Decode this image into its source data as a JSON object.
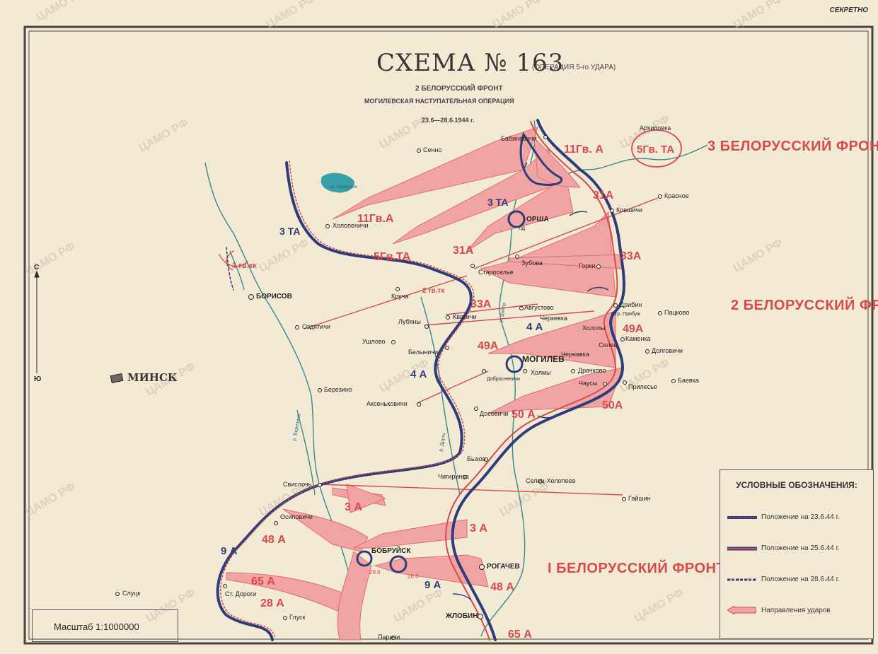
{
  "stamp": "СЕКРЕТНО",
  "title": "СХЕМА № 163",
  "title_note": "(ОПЕРАЦИЯ 5-го УДАРА)",
  "subtitle": "2 БЕЛОРУССКИЙ ФРОНТ",
  "operation": "МОГИЛЕВСКАЯ НАСТУПАТЕЛЬНАЯ ОПЕРАЦИЯ",
  "dates": "23.6—28.6.1944 г.",
  "fronts": {
    "third": "3 БЕЛОРУССКИЙ ФРОНТ",
    "second": "2 БЕЛОРУССКИЙ ФРОНТ",
    "first": "I БЕЛОРУССКИЙ ФРОНТ"
  },
  "armies": {
    "gv11_a": "11Гв. А",
    "gv11_b": "11Гв.А",
    "gvta5_a": "5Гв. ТА",
    "gvta5_b": "5Гв.ТА",
    "a31_a": "31А",
    "a31_b": "31А",
    "a33_a": "33А",
    "a33_b": "33А",
    "a49_a": "49А",
    "a49_b": "49А",
    "a50": "50А",
    "a50_b": "50 А",
    "a3_a": "3 А",
    "a3_b": "3 А",
    "a48_a": "48 А",
    "a48_b": "48 А",
    "a65_a": "65 А",
    "a65_b": "65 А",
    "a28": "28 А",
    "gvkk3": "3 гв.кк",
    "gvtk2": "2 гв.тк",
    "ta3_a": "3 ТА",
    "ta3_b": "3 ТА",
    "a4_a": "4 А",
    "a4_b": "4 А",
    "a9_a": "9 А",
    "a9_b": "9 А"
  },
  "cities": {
    "minsk": "МИНСК",
    "mogilev": "МОГИЛЕВ",
    "orsha": "ОРША",
    "bobruysk": "БОБРУЙСК",
    "rogachev": "РОГАЧЕВ",
    "zhlobin": "ЖЛОБИН",
    "borisov": "БОРИСОВ",
    "sluck": "Слуцк",
    "senno": "Сенно",
    "babinovichi": "Бабиновичи",
    "arkhipovka": "Архиповка",
    "krasnoe": "Красное",
    "kovshichi": "Ковшичи",
    "kholopenichi": "Холопеничи",
    "zubova": "Зубова",
    "gorki": "Горки",
    "staroselye": "Староселье",
    "krucha": "Круча",
    "avgustovo": "Августово",
    "dribin": "Дрибин",
    "pacovo": "Пацково",
    "odyatichi": "Оздятичи",
    "lubyany": "Лубяны",
    "kvyakichi": "Квякичи",
    "cherkevka": "Черкевка",
    "kholopy": "Холопы",
    "kamenka": "Каменка",
    "selec": "Селец",
    "dolgovichi": "Долговичи",
    "ushlovo": "Ушлово",
    "belynichi": "Белыничи",
    "chernavka": "Чернавка",
    "drachkovo": "Драчково",
    "kholmy": "Холмы",
    "chausy": "Чаусы",
    "prilesye": "Прилесье",
    "baevka": "Баевка",
    "berezino": "Березино",
    "dobrosnevichi": "Добросневичи",
    "aksenkovichi": "Аксеньковичи",
    "dosovichi": "Досовичи",
    "bykhov": "Быхов",
    "chigirinka": "Чигиринка",
    "svisloch": "Свислочь",
    "selec_kholopeev": "Селец-Холопеев",
    "gayshin": "Гайшин",
    "osipovichi": "Осиповичи",
    "st_dorogi": "Ст. Дороги",
    "glusk": "Глуск",
    "parichi": "Паричи",
    "strpribuzh": "Стр. Прибуж",
    "lake": "оз. Лукомское"
  },
  "rivers": {
    "dnepr": "р. Днепр",
    "berezina": "р. Березина",
    "drut": "р. Друть"
  },
  "small_labels": {
    "pd": "пд",
    "d296": "29.6",
    "d286": "28.6"
  },
  "compass": {
    "north": "С",
    "south": "Ю"
  },
  "legend": {
    "title": "УСЛОВНЫЕ ОБОЗНАЧЕНИЯ:",
    "items": [
      "Положение на 23.6.44 г.",
      "Положение на 25.6.44 г.",
      "Положение на 28.6.44 г.",
      "Направления ударов"
    ]
  },
  "scale": "Масштаб 1:1000000",
  "watermark": "ЦАМО РФ",
  "colors": {
    "attack": "#f2a3a3",
    "attack_edge": "#d94a4a",
    "front_blue": "#2f3d7a",
    "river": "#3a8a8a",
    "paper": "#f3ead5"
  }
}
